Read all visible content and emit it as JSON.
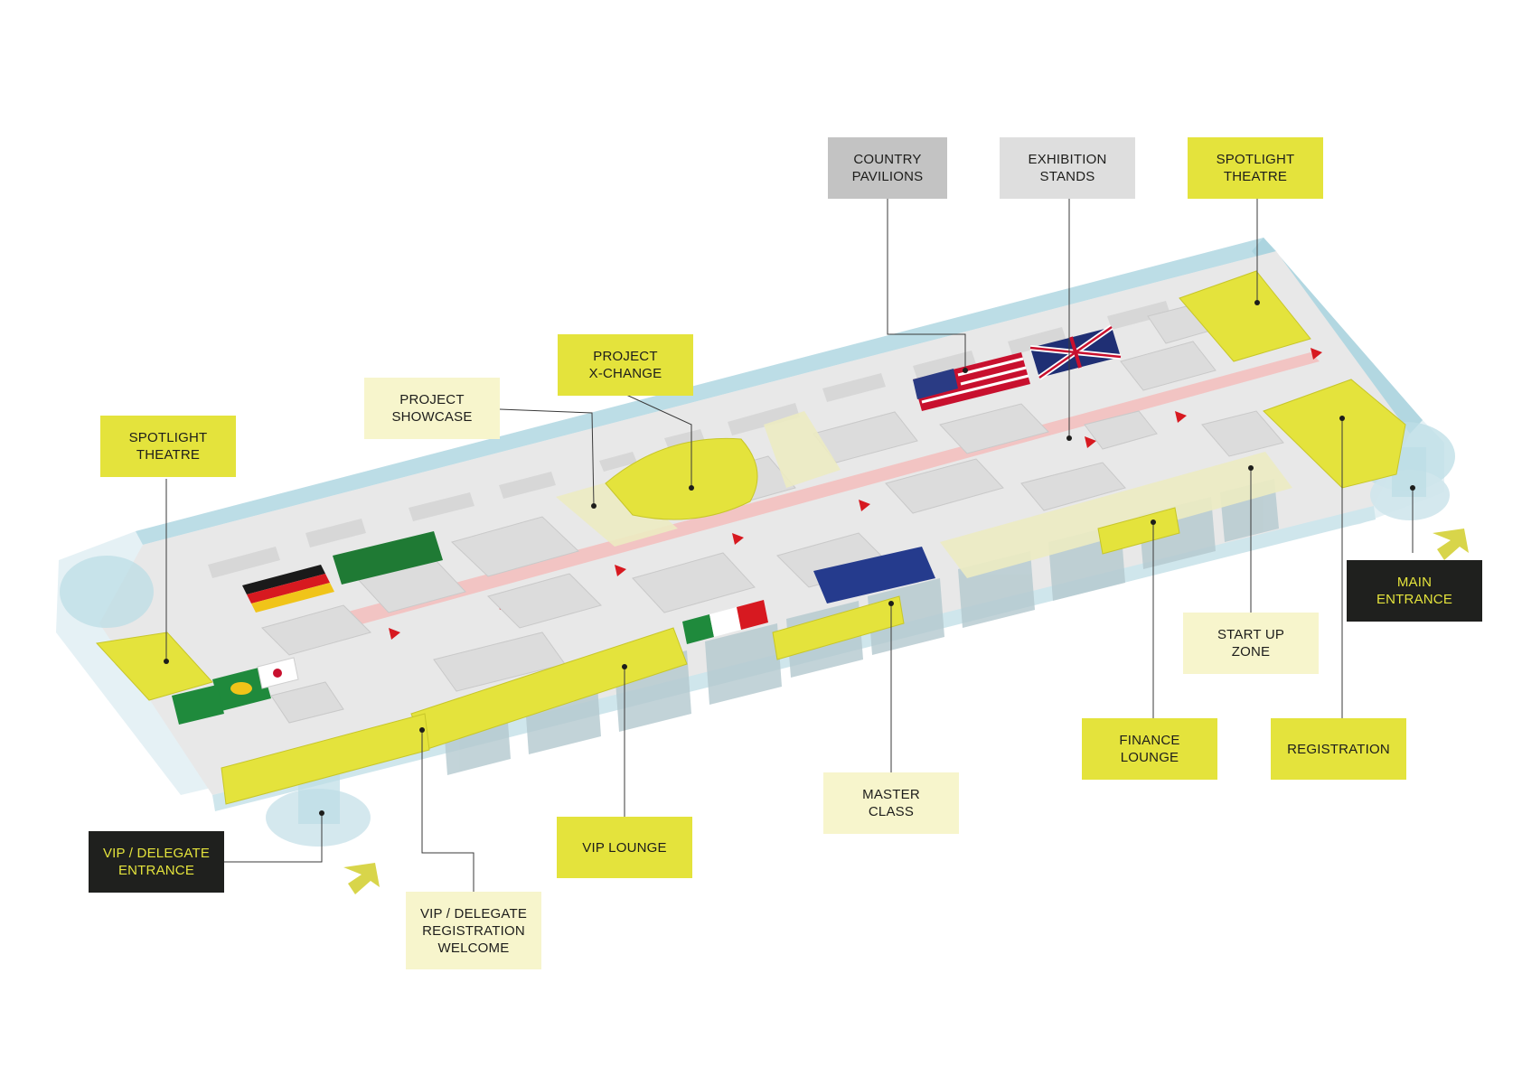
{
  "colors": {
    "highlight_yellow": "#e4e33c",
    "cream": "#f7f5cc",
    "country_grey": "#c3c3c3",
    "stand_grey": "#dedede",
    "dark": "#1f201e",
    "glass_blue": "#bcdde6",
    "aisle_red": "#d71920"
  },
  "labels": {
    "country_pavilions": "COUNTRY\nPAVILIONS",
    "exhibition_stands": "EXHIBITION\nSTANDS",
    "spotlight_theatre_right": "SPOTLIGHT\nTHEATRE",
    "project_xchange": "PROJECT\nX-CHANGE",
    "project_showcase": "PROJECT\nSHOWCASE",
    "spotlight_theatre_left": "SPOTLIGHT\nTHEATRE",
    "main_entrance": "MAIN\nENTRANCE",
    "start_up_zone": "START UP\nZONE",
    "finance_lounge": "FINANCE\nLOUNGE",
    "registration": "REGISTRATION",
    "master_class": "MASTER\nCLASS",
    "vip_lounge": "VIP LOUNGE",
    "vip_delegate_entrance": "VIP / DELEGATE\nENTRANCE",
    "vip_delegate_registration": "VIP / DELEGATE\nREGISTRATION\nWELCOME"
  },
  "flags": [
    "germany-flag",
    "saudi-arabia-flag",
    "usa-flag",
    "uk-flag",
    "eu-flag",
    "italy-flag",
    "brazil-flag",
    "south-korea-flag",
    "mexico-flag"
  ],
  "icons": [
    "entrance-arrow-icon"
  ]
}
